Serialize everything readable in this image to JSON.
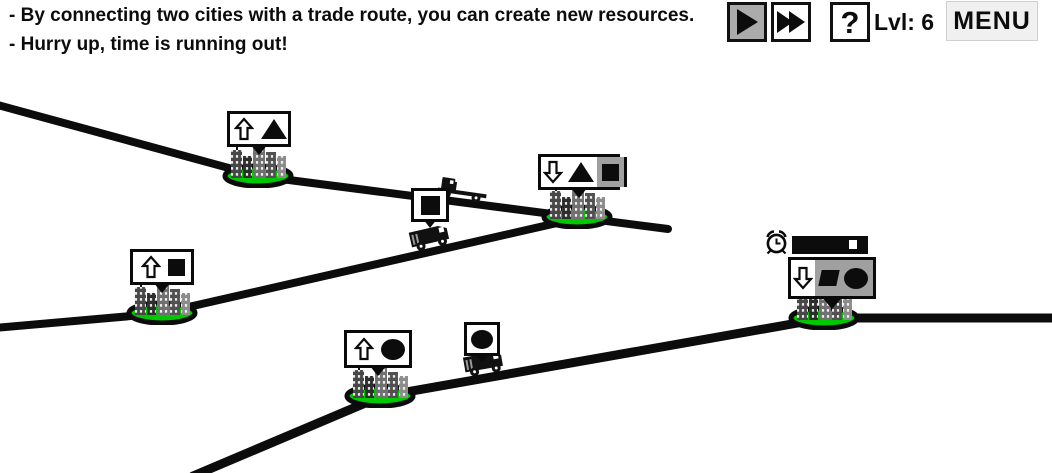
{
  "header": {
    "tip_1": "- By connecting two cities with a trade route, you can create new resources.",
    "tip_2": "- Hurry up, time is running out!"
  },
  "hud": {
    "play_button": {
      "state": "active",
      "icon": "play-icon"
    },
    "fast_forward_button": {
      "state": "normal",
      "icon": "fast-forward-icon"
    },
    "help_label": "?",
    "level_label": "Lvl: 6",
    "menu_label": "MENU"
  },
  "map": {
    "cities": [
      {
        "name": "city-1",
        "bubble_icons": [
          "up-arrow",
          "triangle"
        ]
      },
      {
        "name": "city-2",
        "bubble_icons": [
          "down-arrow",
          "triangle",
          "square"
        ],
        "has_progress_bar": true
      },
      {
        "name": "city-3",
        "bubble_icons": [
          "up-arrow",
          "square"
        ]
      },
      {
        "name": "city-4",
        "bubble_icons": [
          "up-arrow",
          "circle"
        ]
      },
      {
        "name": "city-5",
        "bubble_icons": [
          "down-arrow",
          "square",
          "circle"
        ],
        "has_progress_bar": true,
        "has_timer": true
      }
    ],
    "vehicles": [
      {
        "name": "flatbed-truck",
        "cargo": null
      },
      {
        "name": "van-1",
        "cargo": "square"
      },
      {
        "name": "van-2",
        "cargo": "circle"
      }
    ]
  },
  "colors": {
    "city_ground": "#00c800",
    "road": "#0c0c0c",
    "progress_fill": "#a0a0a0",
    "active_button_bg": "#ababab",
    "menu_button_bg": "#f0f0f0"
  }
}
